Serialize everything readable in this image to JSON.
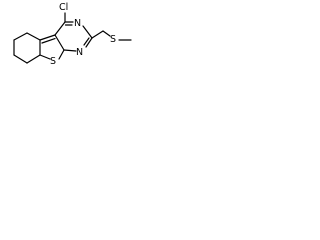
{
  "molecule": {
    "atoms": {
      "chlorine": "Cl",
      "nitrogen_1": "N",
      "nitrogen_2": "N",
      "sulfur_ring": "S",
      "sulfur_chain": "S"
    }
  }
}
